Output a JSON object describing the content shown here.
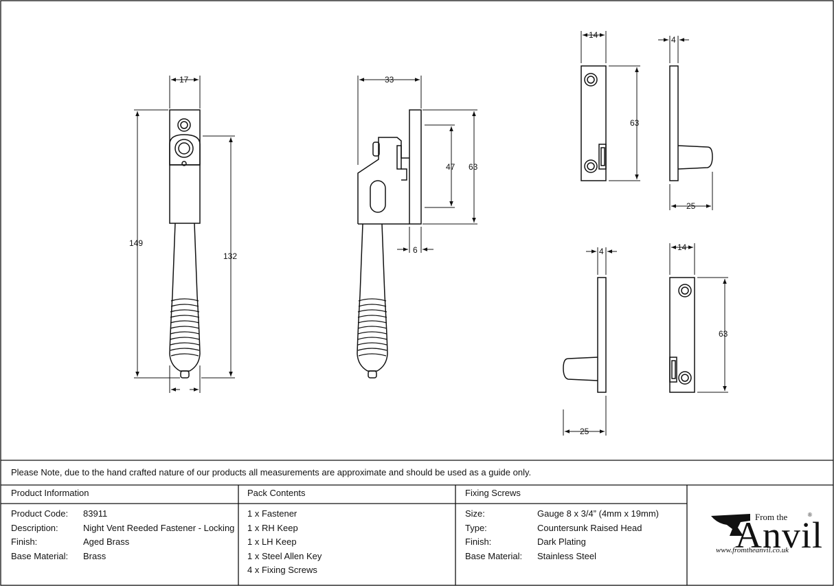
{
  "dimensions": {
    "front_width": "17",
    "front_height_total": "149",
    "front_height_lower": "132",
    "side_width": "33",
    "side_plate_height": "63",
    "side_inner_height": "47",
    "side_plate_thickness": "6",
    "keep_top_width": "14",
    "keep_top_height": "63",
    "keep_top_side_thickness": "4",
    "keep_top_side_depth": "25",
    "keep_bottom_side_thickness": "4",
    "keep_bottom_width": "14",
    "keep_bottom_height": "63",
    "keep_bottom_side_depth": "25"
  },
  "note": "Please Note, due to the hand crafted nature of our products all measurements are approximate and should be used as a guide only.",
  "product_info": {
    "header": "Product Information",
    "rows": [
      {
        "label": "Product Code:",
        "value": "83911"
      },
      {
        "label": "Description:",
        "value": "Night Vent Reeded Fastener - Locking"
      },
      {
        "label": "Finish:",
        "value": "Aged Brass"
      },
      {
        "label": "Base Material:",
        "value": "Brass"
      }
    ]
  },
  "pack_contents": {
    "header": "Pack Contents",
    "items": [
      "1 x Fastener",
      "1 x RH Keep",
      "1 x LH Keep",
      "1 x Steel Allen Key",
      "4 x Fixing Screws"
    ]
  },
  "fixing_screws": {
    "header": "Fixing Screws",
    "rows": [
      {
        "label": "Size:",
        "value": "Gauge 8 x 3/4” (4mm x 19mm)"
      },
      {
        "label": "Type:",
        "value": "Countersunk Raised Head"
      },
      {
        "label": "Finish:",
        "value": "Dark Plating"
      },
      {
        "label": "Base Material:",
        "value": "Stainless Steel"
      }
    ]
  },
  "logo": {
    "from_the": "From the",
    "name": "Anvil",
    "reg": "®",
    "url": "www.fromtheanvil.co.uk"
  }
}
